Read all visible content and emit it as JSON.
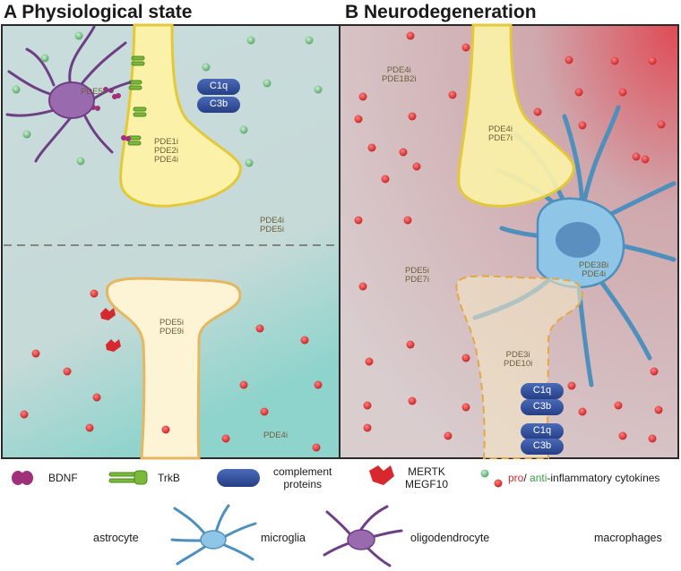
{
  "panels": {
    "a": {
      "title": "A Physiological state"
    },
    "b": {
      "title": "B Neurodegeneration"
    }
  },
  "labels": {
    "a_pde5i_top": "PDE5i",
    "a_pde_pre": [
      "PDE1i",
      "PDE2i",
      "PDE4i"
    ],
    "a_pde_mid": [
      "PDE4i",
      "PDE5i"
    ],
    "a_pde_post": [
      "PDE5i",
      "PDE9i"
    ],
    "a_pde4i_bottom": "PDE4i",
    "b_pde_top": [
      "PDE4i",
      "PDE1B2i"
    ],
    "b_pde_pre": [
      "PDE4i",
      "PDE7i"
    ],
    "b_pde_left": [
      "PDE5i",
      "PDE7i"
    ],
    "b_pde_microglia": [
      "PDE3Bi",
      "PDE4i"
    ],
    "b_pde_post": [
      "PDE3i",
      "PDE10i"
    ]
  },
  "complement": {
    "c1q": "C1q",
    "c3b": "C3b"
  },
  "legend": {
    "bdnf": "BDNF",
    "trkb": "TrkB",
    "complement_line1": "complement",
    "complement_line2": "proteins",
    "mertk": "MERTK",
    "megf10": "MEGF10",
    "pro": "pro",
    "slash": "/ ",
    "anti": "anti",
    "cytokines": "-inflammatory cytokines"
  },
  "cells": {
    "astrocyte": "astrocyte",
    "microglia": "microglia",
    "oligodendrocyte": "oligodendrocyte",
    "macrophages": "macrophages"
  },
  "colors": {
    "pro_cytokine": "#d62a2a",
    "anti_cytokine": "#5aab6a",
    "complement": "#2f4f9a",
    "neuron_fill": "#fbf1b0",
    "microglia": "#8fc6e8",
    "oligodendrocyte": "#8a5a9e",
    "bdnf": "#a0307a",
    "trkb": "#7ab83a",
    "mertk": "#d6282e"
  }
}
